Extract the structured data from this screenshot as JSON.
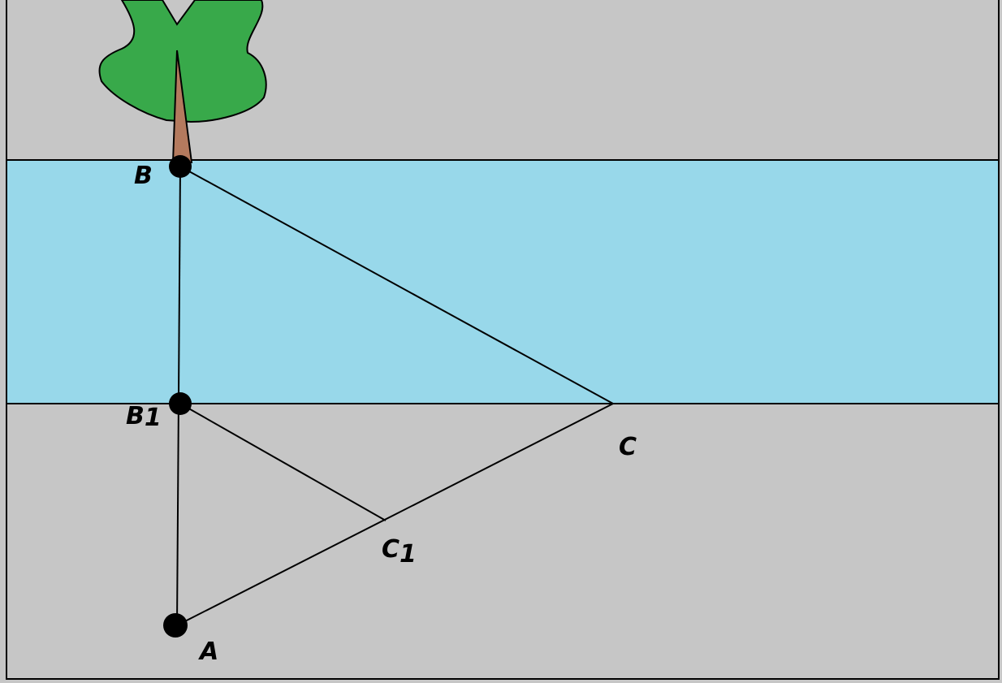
{
  "colors": {
    "ground": "#c6c6c6",
    "river": "#98d8ea",
    "foliage": "#38a94a",
    "trunk": "#b47a5e",
    "ink": "#000000"
  },
  "points": {
    "B": {
      "letter": "B",
      "subscript": ""
    },
    "B1": {
      "letter": "B",
      "subscript": "1"
    },
    "C": {
      "letter": "C",
      "subscript": ""
    },
    "C1": {
      "letter": "C",
      "subscript": "1"
    },
    "A": {
      "letter": "A",
      "subscript": ""
    }
  }
}
